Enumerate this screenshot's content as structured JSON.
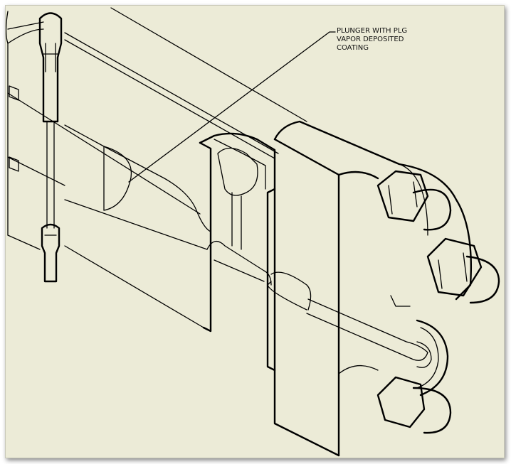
{
  "drawing": {
    "callout_lines": [
      "PLUNGER WITH PLG",
      "VAPOR DEPOSITED",
      "COATING"
    ],
    "background_color": "#ecebd7",
    "line_color": "#000000"
  }
}
